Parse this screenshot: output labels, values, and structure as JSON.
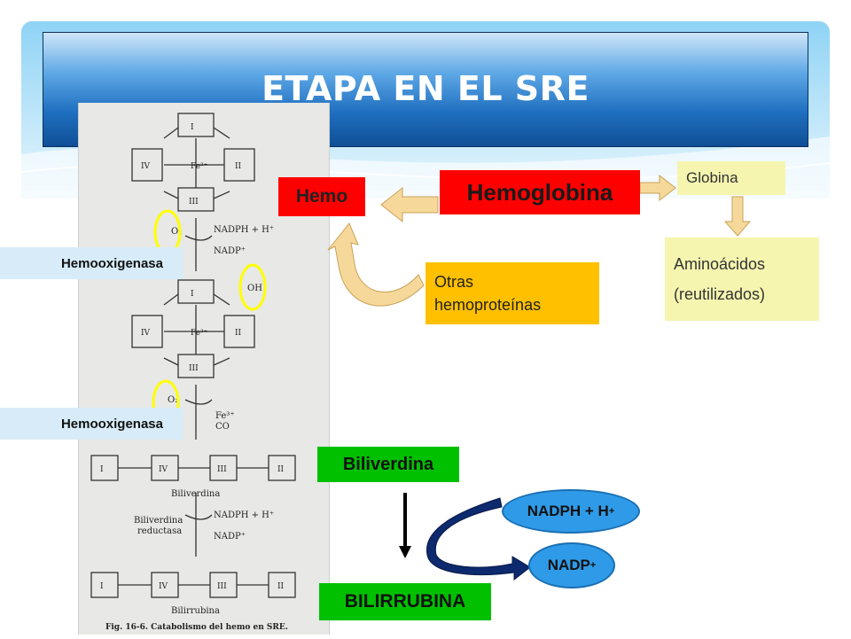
{
  "slide": {
    "title": "ETAPA EN EL  SRE"
  },
  "boxes": {
    "hemo": "Hemo",
    "hemoglobina": "Hemoglobina",
    "globina": "Globina",
    "aminoacidos_line1": "Aminoácidos",
    "aminoacidos_line2": "(reutilizados)",
    "otras_line1": "Otras",
    "otras_line2": "hemoproteínas",
    "biliverdina": "Biliverdina",
    "bilirrubina": "BILIRRUBINA"
  },
  "enzymes": {
    "first": "Hemooxigenasa",
    "second": "Hemooxigenasa"
  },
  "cofactors": {
    "nadph": "NADPH + H",
    "nadph_sup": "+",
    "nadp": "NADP",
    "nadp_sup": "+"
  },
  "figure_labels": {
    "o2_a": "O₂",
    "nadph_a": "NADPH + H⁺",
    "nadp_a": "NADP⁺",
    "oh": "OH",
    "o2_b": "O₂",
    "fe_co_1": "Fe³⁺",
    "fe_co_2": "CO",
    "biliverdina": "Biliverdina",
    "reductasa_1": "Biliverdina",
    "reductasa_2": "reductasa",
    "nadph_b": "NADPH + H⁺",
    "nadp_b": "NADP⁺",
    "bilirrubina": "Bilirrubina",
    "caption": "Fig. 16-6. Catabolismo del hemo en SRE."
  },
  "colors": {
    "red": "#ff0000",
    "green": "#00c000",
    "yellow_box": "#f5f5b0",
    "orange_box": "#ffc000",
    "blue_ellipse": "#2f9be8",
    "arrow_fill": "#f6d99a",
    "highlight_ring": "#ffff00"
  }
}
